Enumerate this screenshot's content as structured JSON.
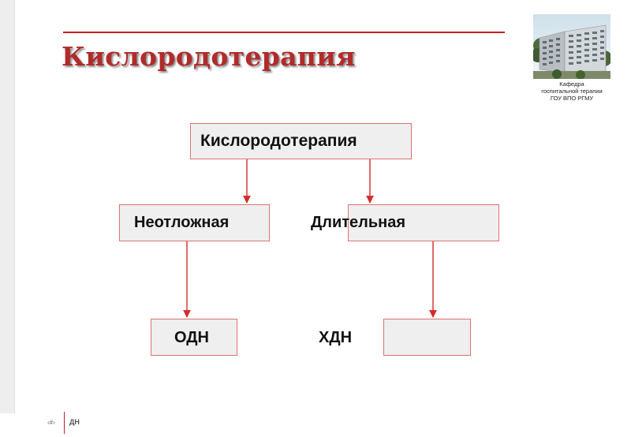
{
  "header": {
    "title": "Кислородотерапия",
    "logo_caption_lines": [
      "Кафедра",
      "госпитальной терапии",
      "ГОУ ВПО РГМУ"
    ]
  },
  "diagram": {
    "root": "Кислородотерапия",
    "branches": [
      {
        "label": "Неотложная",
        "child": "ОДН"
      },
      {
        "label": "Длительная",
        "child": "ХДН"
      }
    ]
  },
  "footer": {
    "slide_number": "‹#›",
    "code": "ДН"
  },
  "colors": {
    "accent": "#c62020",
    "title": "#b22a2a",
    "box_fill": "#efefef",
    "box_border": "#e07070"
  },
  "icons": {
    "logo": "hospital-building-photo"
  }
}
